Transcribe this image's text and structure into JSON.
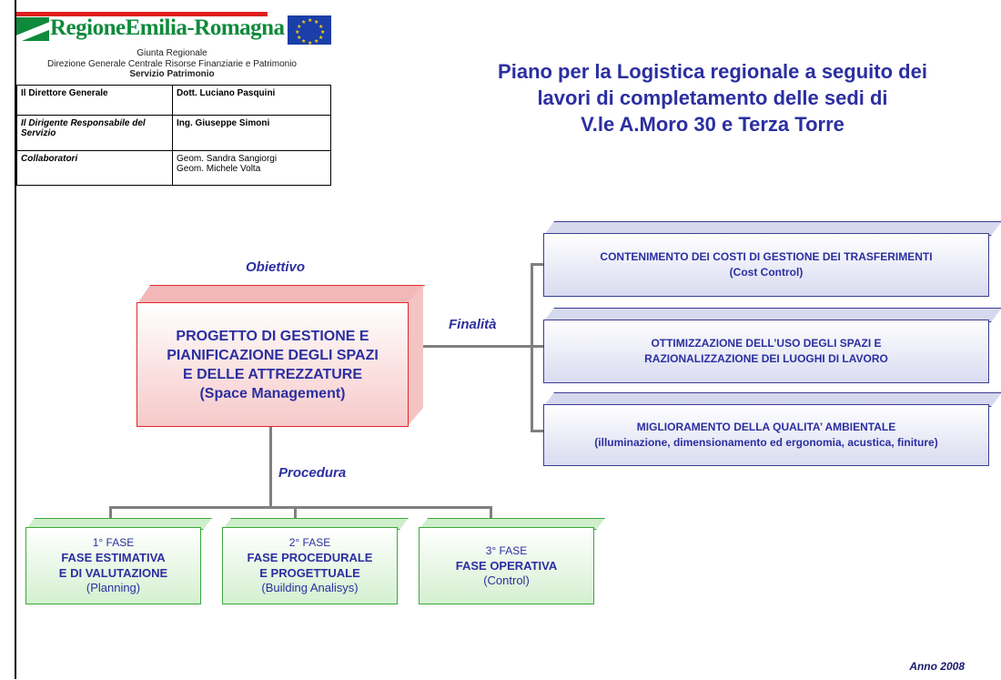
{
  "header": {
    "logo_text": "RegioneEmilia-Romagna",
    "org_line1": "Giunta Regionale",
    "org_line2": "Direzione Generale Centrale Risorse Finanziarie e Patrimonio",
    "org_line3": "Servizio Patrimonio"
  },
  "staff": [
    {
      "role": "Il Direttore Generale",
      "names": [
        "Dott. Luciano Pasquini"
      ]
    },
    {
      "role": "Il Dirigente Responsabile del Servizio",
      "names": [
        "Ing. Giuseppe Simoni"
      ]
    },
    {
      "role": "Collaboratori",
      "names": [
        "Geom. Sandra Sangiorgi",
        "Geom. Michele Volta"
      ]
    }
  ],
  "title": {
    "line1": "Piano per la Logistica regionale a seguito dei",
    "line2": "lavori di completamento delle sedi di",
    "line3": "V.le A.Moro 30 e Terza Torre"
  },
  "labels": {
    "obiettivo": "Obiettivo",
    "finalita": "Finalità",
    "procedura": "Procedura"
  },
  "main_box": {
    "line1": "PROGETTO DI GESTIONE E",
    "line2": "PIANIFICAZIONE DEGLI SPAZI",
    "line3": "E DELLE ATTREZZATURE",
    "line4": "(Space Management)"
  },
  "finalita": [
    {
      "line1": "CONTENIMENTO DEI COSTI DI GESTIONE DEI TRASFERIMENTI",
      "line2": "(Cost Control)"
    },
    {
      "line1": "OTTIMIZZAZIONE DELL’USO DEGLI SPAZI E",
      "line2": "RAZIONALIZZAZIONE DEI LUOGHI DI LAVORO"
    },
    {
      "line1": "MIGLIORAMENTO DELLA QUALITA’ AMBIENTALE",
      "line2": "(illuminazione, dimensionamento ed ergonomia, acustica, finiture)"
    }
  ],
  "phases": [
    {
      "num": "1° FASE",
      "line1": "FASE ESTIMATIVA",
      "line2": "E DI VALUTAZIONE",
      "sub": "(Planning)"
    },
    {
      "num": "2° FASE",
      "line1": "FASE PROCEDURALE",
      "line2": "E PROGETTUALE",
      "sub": "(Building Analisys)"
    },
    {
      "num": "3° FASE",
      "line1": "FASE OPERATIVA",
      "line2": "",
      "sub": "(Control)"
    }
  ],
  "year": "Anno 2008",
  "colors": {
    "title_blue": "#2b2fa0",
    "main_border": "#e0282a",
    "fin_border": "#3b3d8f",
    "phase_border": "#3aa83a",
    "connector": "#808080"
  }
}
